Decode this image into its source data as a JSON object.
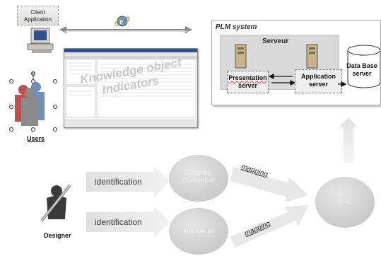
{
  "client": {
    "label_line1": "Client",
    "label_line2": "Application"
  },
  "users": {
    "label": "Users"
  },
  "designer": {
    "label": "Designer"
  },
  "plm": {
    "title": "PLM system",
    "serveur": "Serveur",
    "presentation_line1": "Presentation",
    "presentation_line2": "server",
    "application_line1": "Application",
    "application_line2": "server",
    "database_line1": "Data Base",
    "database_line2": "server"
  },
  "screenshot": {
    "overlay_line1": "Knowledge object",
    "overlay_line2": "Indicators"
  },
  "flow": {
    "identification_top": "identification",
    "identification_bottom": "identification",
    "graphes_line1": "Graphes",
    "graphes_line2": "Conceptuel",
    "indicateurs": "Indicateurs",
    "xml": "XML",
    "mapping_top": "mapping",
    "mapping_bottom": "mapping"
  },
  "colors": {
    "arrow_fill": "#e4e4e4",
    "circle_fill": "#d2d2d2",
    "server_fill": "#d9d9d9"
  }
}
